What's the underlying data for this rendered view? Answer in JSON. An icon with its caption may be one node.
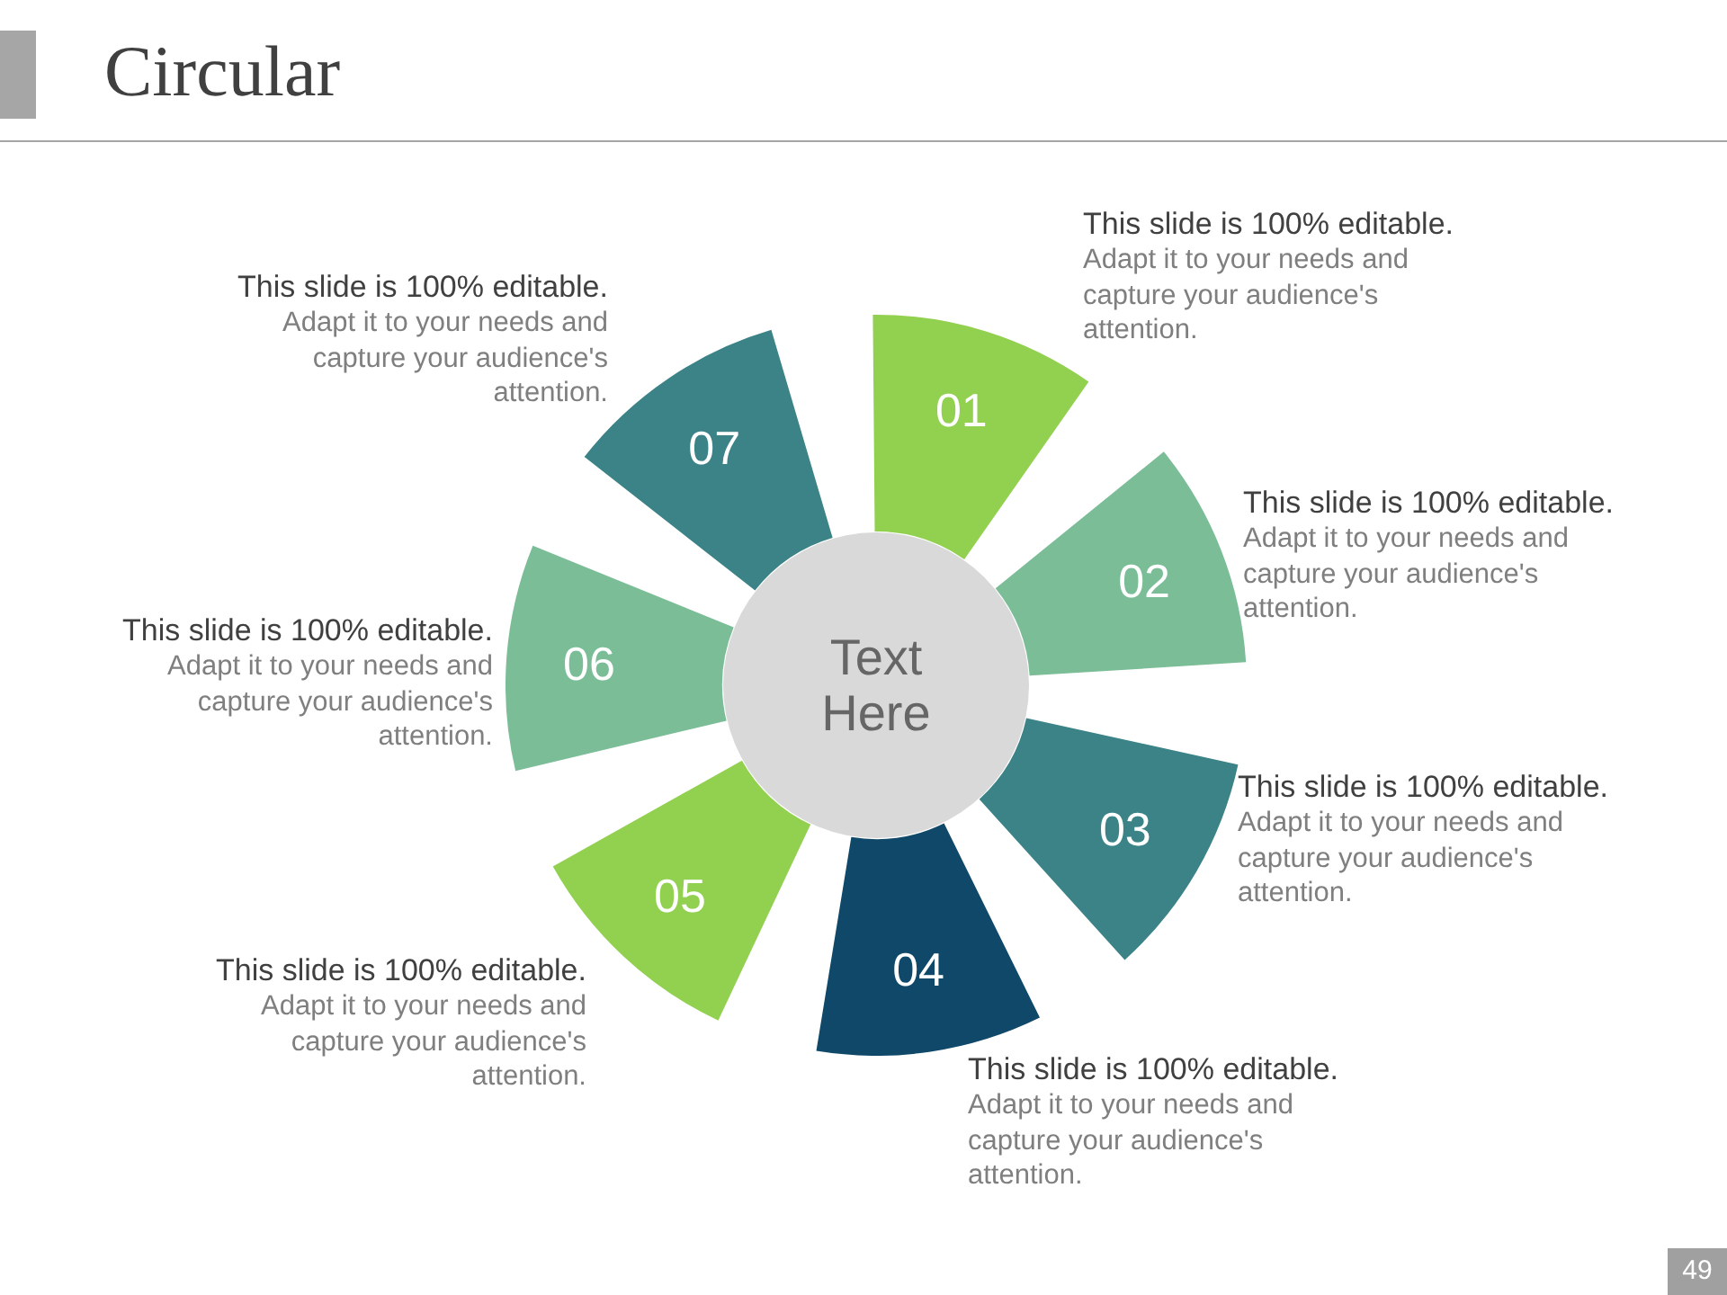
{
  "diagram": {
    "title": "Circular",
    "nodes": [
      {
        "text": [
          "Text Here"
        ]
      },
      {
        "text": [
          "01"
        ],
        "beside": [
          "This slide is 100% editable.",
          "Adapt it to your needs and capture your audience's attention."
        ]
      },
      {
        "text": [
          "02"
        ],
        "beside": [
          "This slide is 100% editable.",
          "Adapt it to your needs and capture your audience's attention."
        ]
      },
      {
        "text": [
          "03"
        ],
        "beside": [
          "This slide is 100% editable.",
          "Adapt it to your needs and capture your audience's attention."
        ]
      },
      {
        "text": [
          "04"
        ],
        "beside": [
          "This slide is 100% editable.",
          "Adapt it to your needs and capture your audience's attention."
        ]
      },
      {
        "text": [
          "05"
        ],
        "beside": [
          "This slide is 100% editable.",
          "Adapt it to your needs and capture your audience's attention."
        ]
      },
      {
        "text": [
          "06"
        ],
        "beside": [
          "This slide is 100% editable.",
          "Adapt it to your needs and capture your audience's attention."
        ]
      },
      {
        "text": [
          "07"
        ],
        "beside": [
          "This slide is 100% editable.",
          "Adapt it to your needs and capture your audience's attention."
        ]
      }
    ],
    "labels": [
      "49"
    ]
  }
}
